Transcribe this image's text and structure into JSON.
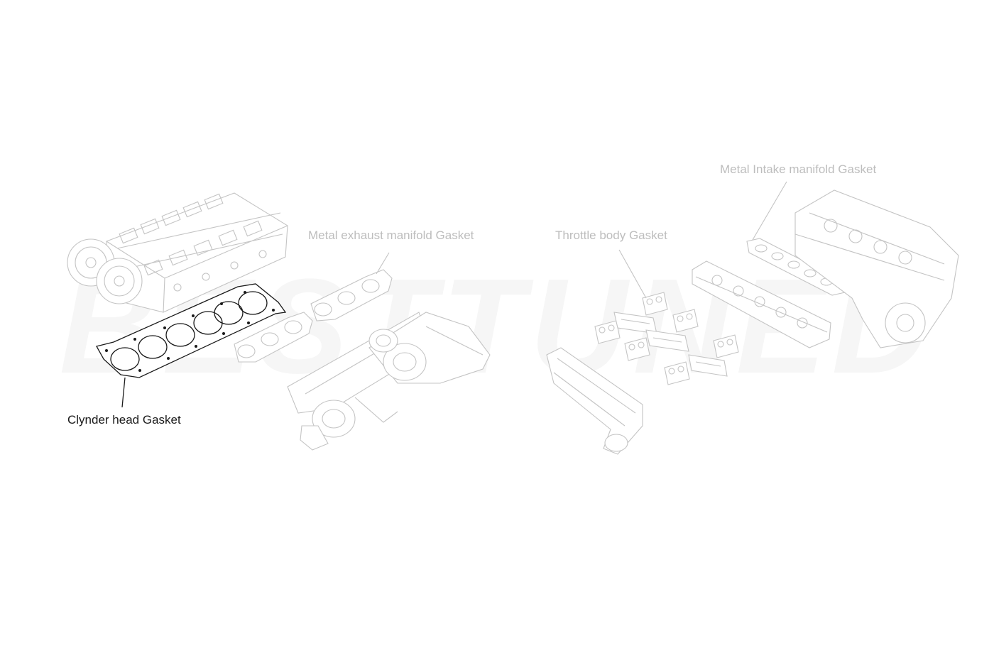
{
  "diagram": {
    "watermark": "BESTTUNED",
    "labels": {
      "cylinder_head_gasket": "Clynder head Gasket",
      "exhaust_manifold_gasket": "Metal exhaust manifold Gasket",
      "throttle_body_gasket": "Throttle body Gasket",
      "intake_manifold_gasket": "Metal Intake manifold Gasket"
    },
    "colors": {
      "highlight": "#1a1a1a",
      "faded": "#c4c4c4",
      "label_faded": "#bdbdbd",
      "watermark": "#f6f6f6"
    }
  }
}
